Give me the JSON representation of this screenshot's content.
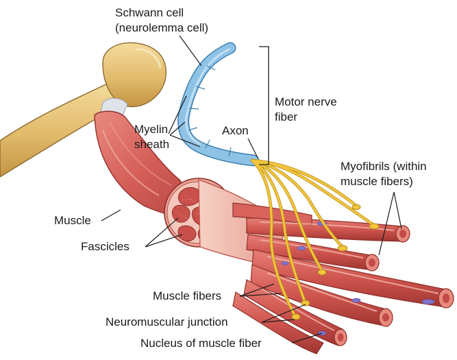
{
  "labels": {
    "schwann_line1": "Schwann cell",
    "schwann_line2": "(neurolemma cell)",
    "motor_line1": "Motor nerve",
    "motor_line2": "fiber",
    "myelin_line1": "Myelin",
    "myelin_line2": "sheath",
    "axon": "Axon",
    "myofibrils_line1": "Myofibrils (within",
    "myofibrils_line2": "muscle fibers)",
    "muscle": "Muscle",
    "fascicles": "Fascicles",
    "muscle_fibers": "Muscle fibers",
    "nmj": "Neuromuscular junction",
    "nucleus": "Nucleus of muscle fiber"
  },
  "colors": {
    "bone": "#e6c27a",
    "bone_outline": "#8a6a2e",
    "tendon": "#d9dde6",
    "muscle": "#d9655f",
    "muscle_light": "#f0b3a6",
    "muscle_dark": "#a73a35",
    "nerve": "#f2c53d",
    "nerve_outline": "#b38a12",
    "myelin": "#8fc3e6",
    "myelin_outline": "#3e7fae",
    "nucleus": "#7f74c9",
    "leader": "#1a1a1a"
  }
}
